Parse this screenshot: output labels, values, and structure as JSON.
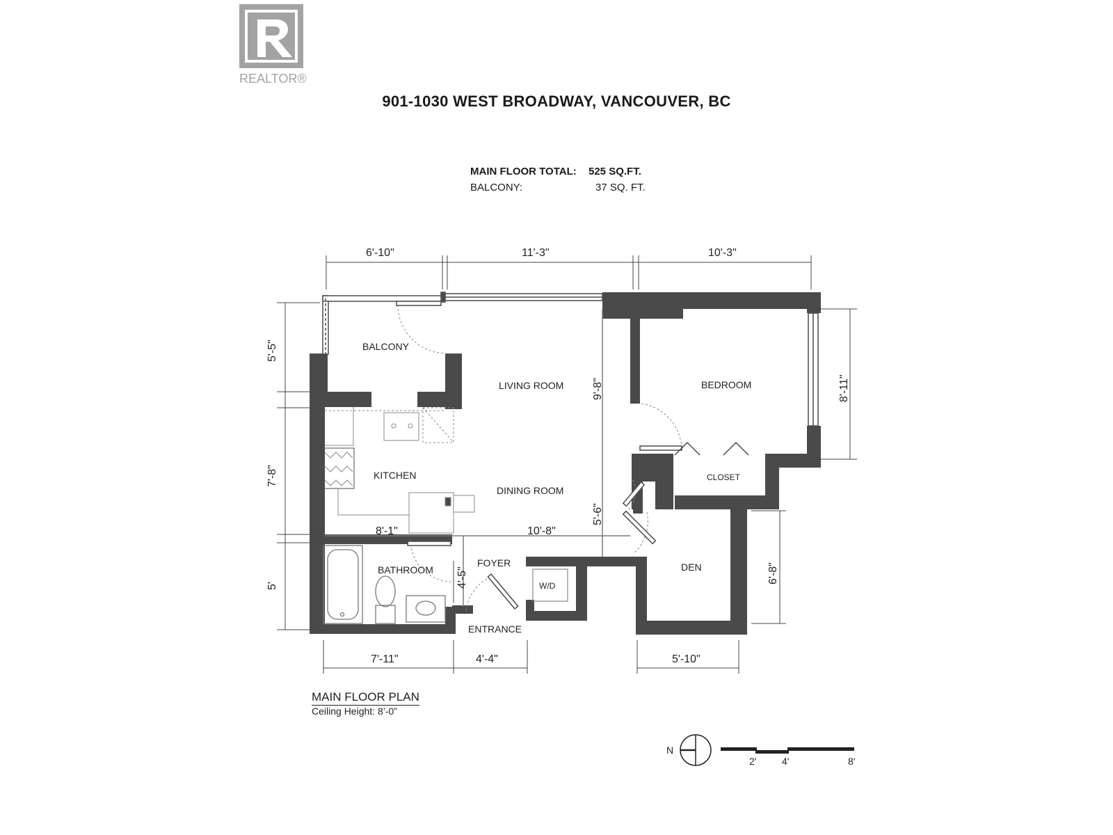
{
  "logo": {
    "text": "REALTOR®"
  },
  "header": {
    "address": "901-1030 WEST BROADWAY, VANCOUVER, BC"
  },
  "areas": {
    "main_label": "MAIN FLOOR TOTAL:",
    "main_value": "525 SQ.FT.",
    "balcony_label": "BALCONY:",
    "balcony_value": "37 SQ. FT."
  },
  "rooms": {
    "balcony": "BALCONY",
    "living_room": "LIVING ROOM",
    "bedroom": "BEDROOM",
    "kitchen": "KITCHEN",
    "dining_room": "DINING ROOM",
    "closet": "CLOSET",
    "bathroom": "BATHROOM",
    "foyer": "FOYER",
    "wd": "W/D",
    "den": "DEN",
    "entrance": "ENTRANCE"
  },
  "dimensions": {
    "top_balcony": "6'-10\"",
    "top_living": "11'-3\"",
    "top_bedroom": "10'-3\"",
    "left_balcony": "5'-5\"",
    "left_kitchen": "7'-8\"",
    "left_bathroom": "5'",
    "living_height": "9'-8\"",
    "dining_height": "5'-6\"",
    "kitchen_width": "8'-1\"",
    "dining_width": "10'-8\"",
    "foyer_height": "4'-5\"",
    "bedroom_height": "8'-11\"",
    "den_height": "6'-8\"",
    "bottom_bathroom": "7'-11\"",
    "bottom_entrance": "4'-4\"",
    "bottom_den": "5'-10\""
  },
  "plan": {
    "title": "MAIN FLOOR PLAN",
    "ceiling": "Ceiling Height: 8’-0”"
  },
  "compass": {
    "north": "N"
  },
  "scale": {
    "labels": [
      "2'",
      "4'",
      "8'"
    ]
  },
  "colors": {
    "wall": "#4a4a4a",
    "logo": "#a3a3a3",
    "fixture": "#888888"
  }
}
